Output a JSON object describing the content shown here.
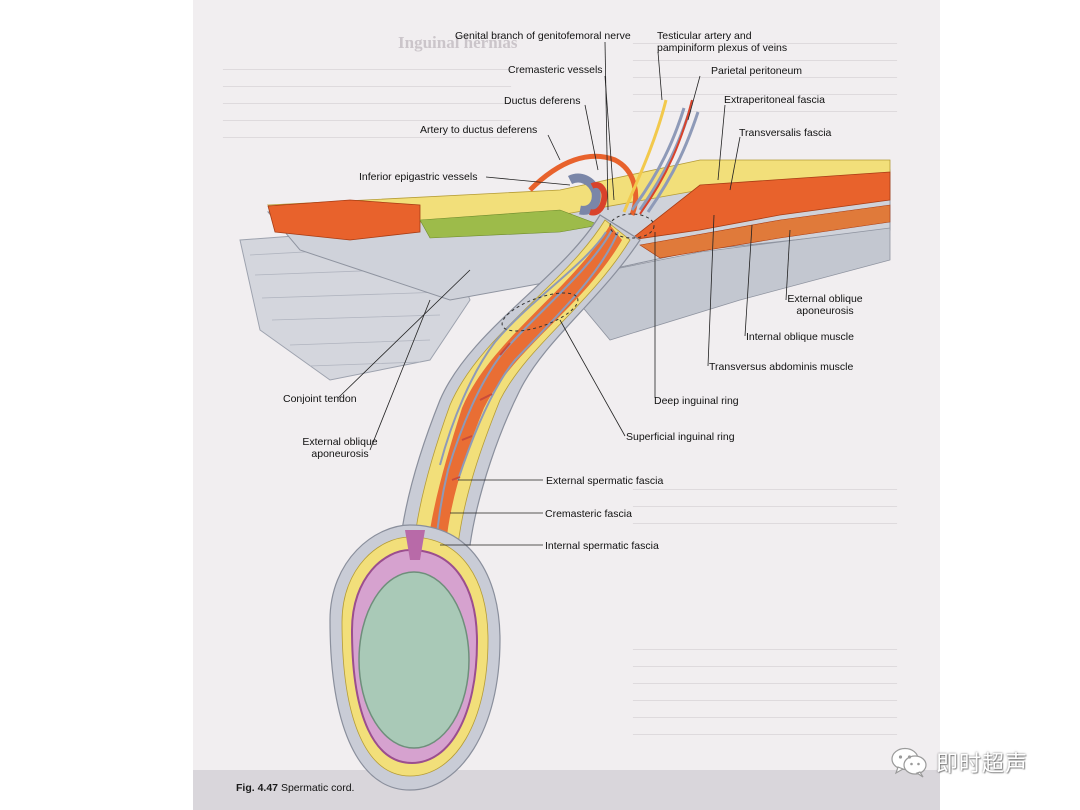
{
  "figure": {
    "number": "Fig. 4.47",
    "caption": "Spermatic cord."
  },
  "labels": {
    "genital_branch": "Genital branch of genitofemoral nerve",
    "testicular_artery_line1": "Testicular artery and",
    "testicular_artery_line2": "pampiniform plexus of veins",
    "cremasteric_vessels": "Cremasteric vessels",
    "parietal_peritoneum": "Parietal peritoneum",
    "ductus_deferens": "Ductus deferens",
    "extraperitoneal_fascia": "Extraperitoneal fascia",
    "artery_to_ductus": "Artery to ductus deferens",
    "transversalis_fascia": "Transversalis fascia",
    "inferior_epigastric": "Inferior epigastric vessels",
    "external_oblique_right_line1": "External oblique",
    "external_oblique_right_line2": "aponeurosis",
    "internal_oblique": "Internal oblique muscle",
    "transversus_abdominis": "Transversus abdominis muscle",
    "deep_inguinal_ring": "Deep inguinal ring",
    "conjoint_tendon": "Conjoint tendon",
    "superficial_inguinal_ring": "Superficial inguinal ring",
    "external_oblique_left_line1": "External oblique",
    "external_oblique_left_line2": "aponeurosis",
    "external_spermatic_fascia": "External spermatic fascia",
    "cremasteric_fascia": "Cremasteric fascia",
    "internal_spermatic_fascia": "Internal spermatic fascia"
  },
  "watermark": {
    "icon": "wechat-icon",
    "text": "即时超声"
  },
  "colors": {
    "muscle": "#e8622c",
    "fascia_yellow": "#f2df7a",
    "aponeurosis": "#c9cdd6",
    "tunica": "#b86aa8",
    "testis": "#a9c9b7",
    "vein": "#8e9ab8",
    "artery": "#d9432b"
  }
}
